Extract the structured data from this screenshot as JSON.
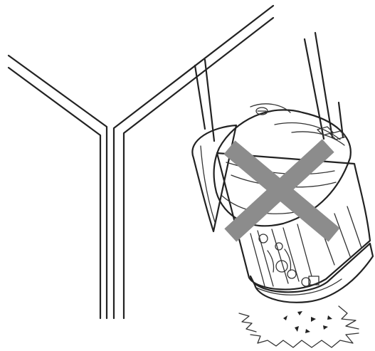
{
  "figure": {
    "kind": "warning-illustration",
    "subject": "device-dropped-on-floor",
    "prohibition_mark": "cross",
    "colors": {
      "line": "#222222",
      "cross": "#8c8c8c",
      "background": "#ffffff"
    }
  }
}
